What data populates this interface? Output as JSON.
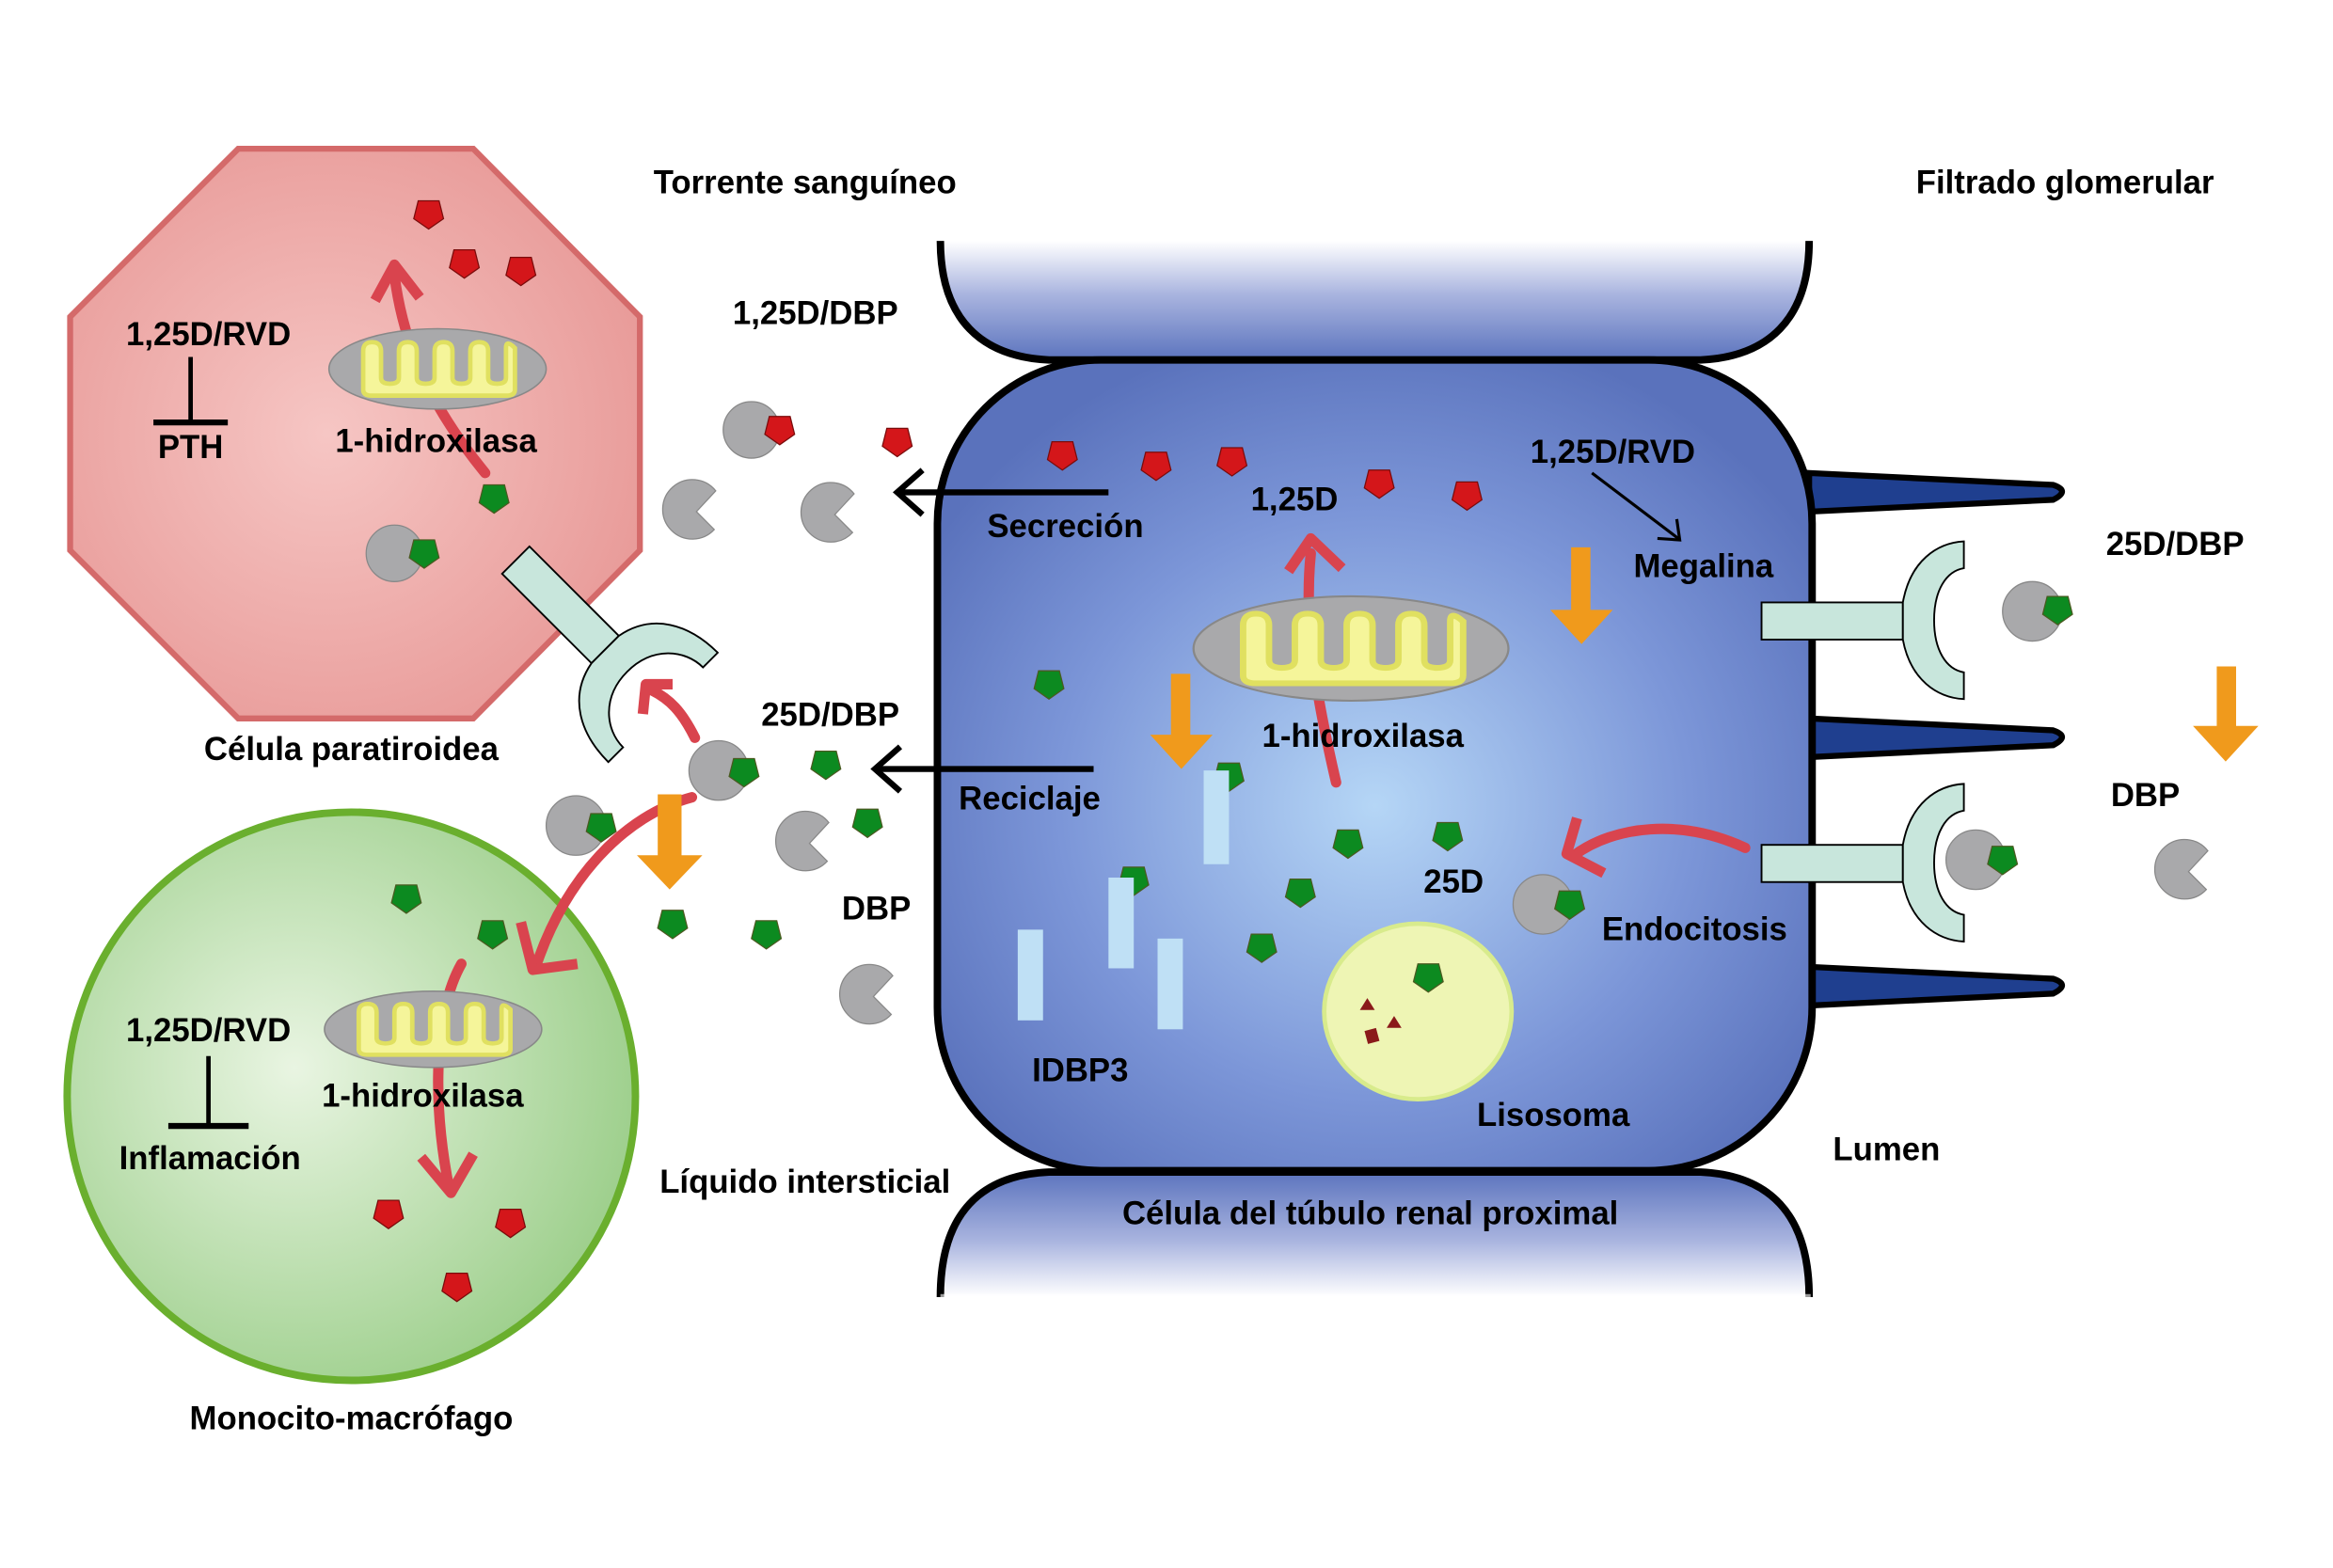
{
  "colors": {
    "parathyroid_fill": "#f2b4b4",
    "parathyroid_stroke": "#d46a6a",
    "macrophage_fill": "#c6e3bd",
    "macrophage_stroke": "#6aaf2e",
    "renal_cell_fill": "#7a93d6",
    "renal_cell_center": "#b7d7f6",
    "microvilli": "#1f3f8f",
    "receptor": "#c8e6dc",
    "dbp_protein": "#a9a9ab",
    "calcitriol_1_25D": "#d4161a",
    "calcidiol_25D": "#0c8a20",
    "mitochondria_outer": "#a9a9ab",
    "mitochondria_inner": "#f5f59a",
    "flow_arrow": "#d9444e",
    "release_arrow": "#f09a1c",
    "idbp3_bar": "#bfe0f5",
    "lysosome": "#eef5b4"
  },
  "regions": {
    "bloodstream": "Torrente sanguíneo",
    "glomerular_filtrate": "Filtrado glomerular",
    "interstitial_fluid": "Líquido intersticial",
    "lumen": "Lumen"
  },
  "parathyroid_cell": {
    "title": "Célula paratiroidea",
    "regulator": "1,25D/RVD",
    "inhibited": "PTH",
    "enzyme": "1-hidroxilasa"
  },
  "macrophage_cell": {
    "title": "Monocito-macrófago",
    "regulator": "1,25D/RVD",
    "inhibited": "Inflamación",
    "enzyme": "1-hidroxilasa"
  },
  "renal_cell": {
    "title": "Célula del túbulo renal proximal",
    "product": "1,25D",
    "enzyme": "1-hidroxilasa",
    "regulator": "1,25D/RVD",
    "receptor": "Megalina",
    "substrate": "25D",
    "endocytosis": "Endocitosis",
    "lysosome": "Lisosoma",
    "binding_protein": "IDBP3"
  },
  "interstitial": {
    "complex_active": "1,25D/DBP",
    "complex_substrate": "25D/DBP",
    "free_protein": "DBP",
    "secretion": "Secreción",
    "recycling": "Reciclaje"
  },
  "lumen_side": {
    "complex_substrate": "25D/DBP",
    "free_protein": "DBP"
  }
}
